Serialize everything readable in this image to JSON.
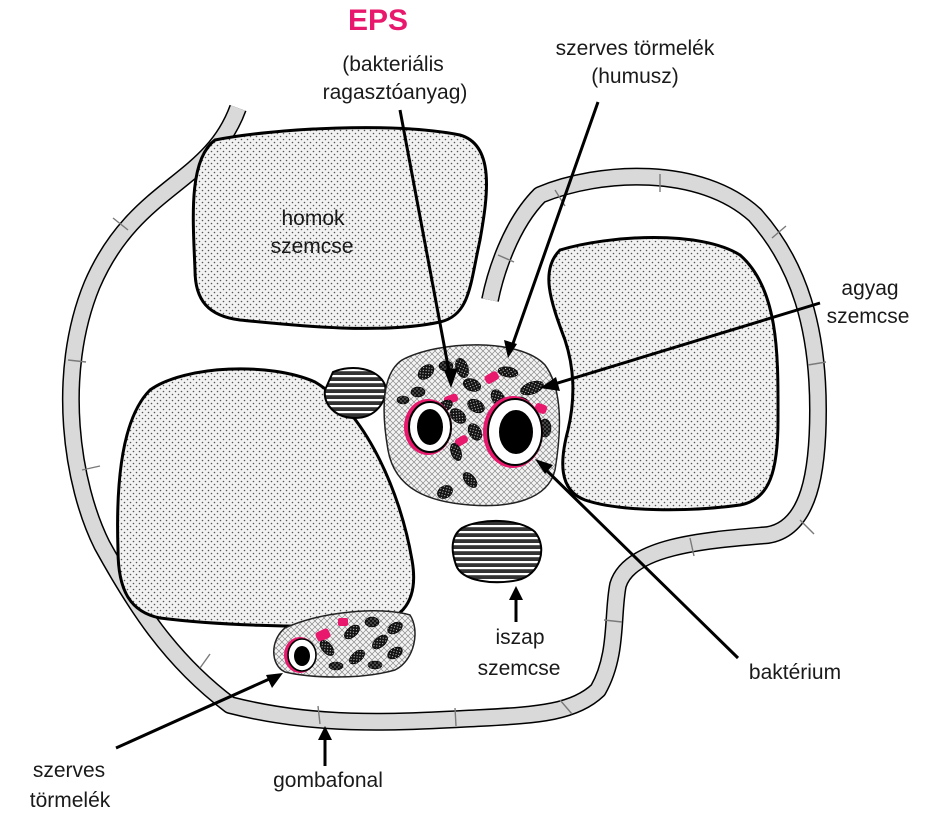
{
  "colors": {
    "eps": "#e8186d",
    "hypha_fill": "#d9d9d9",
    "outline": "#000000",
    "background": "#ffffff"
  },
  "labels": {
    "eps_title": "EPS",
    "eps_sub1": "(bakteriális",
    "eps_sub2": "ragasztóanyag)",
    "humus1": "szerves törmelék",
    "humus2": "(humusz)",
    "sand1": "homok",
    "sand2": "szemcse",
    "clay1": "agyag",
    "clay2": "szemcse",
    "silt1": "iszap",
    "silt2": "szemcse",
    "bacterium": "baktérium",
    "debris1": "szerves",
    "debris2": "törmelék",
    "hypha": "gombafonal"
  }
}
